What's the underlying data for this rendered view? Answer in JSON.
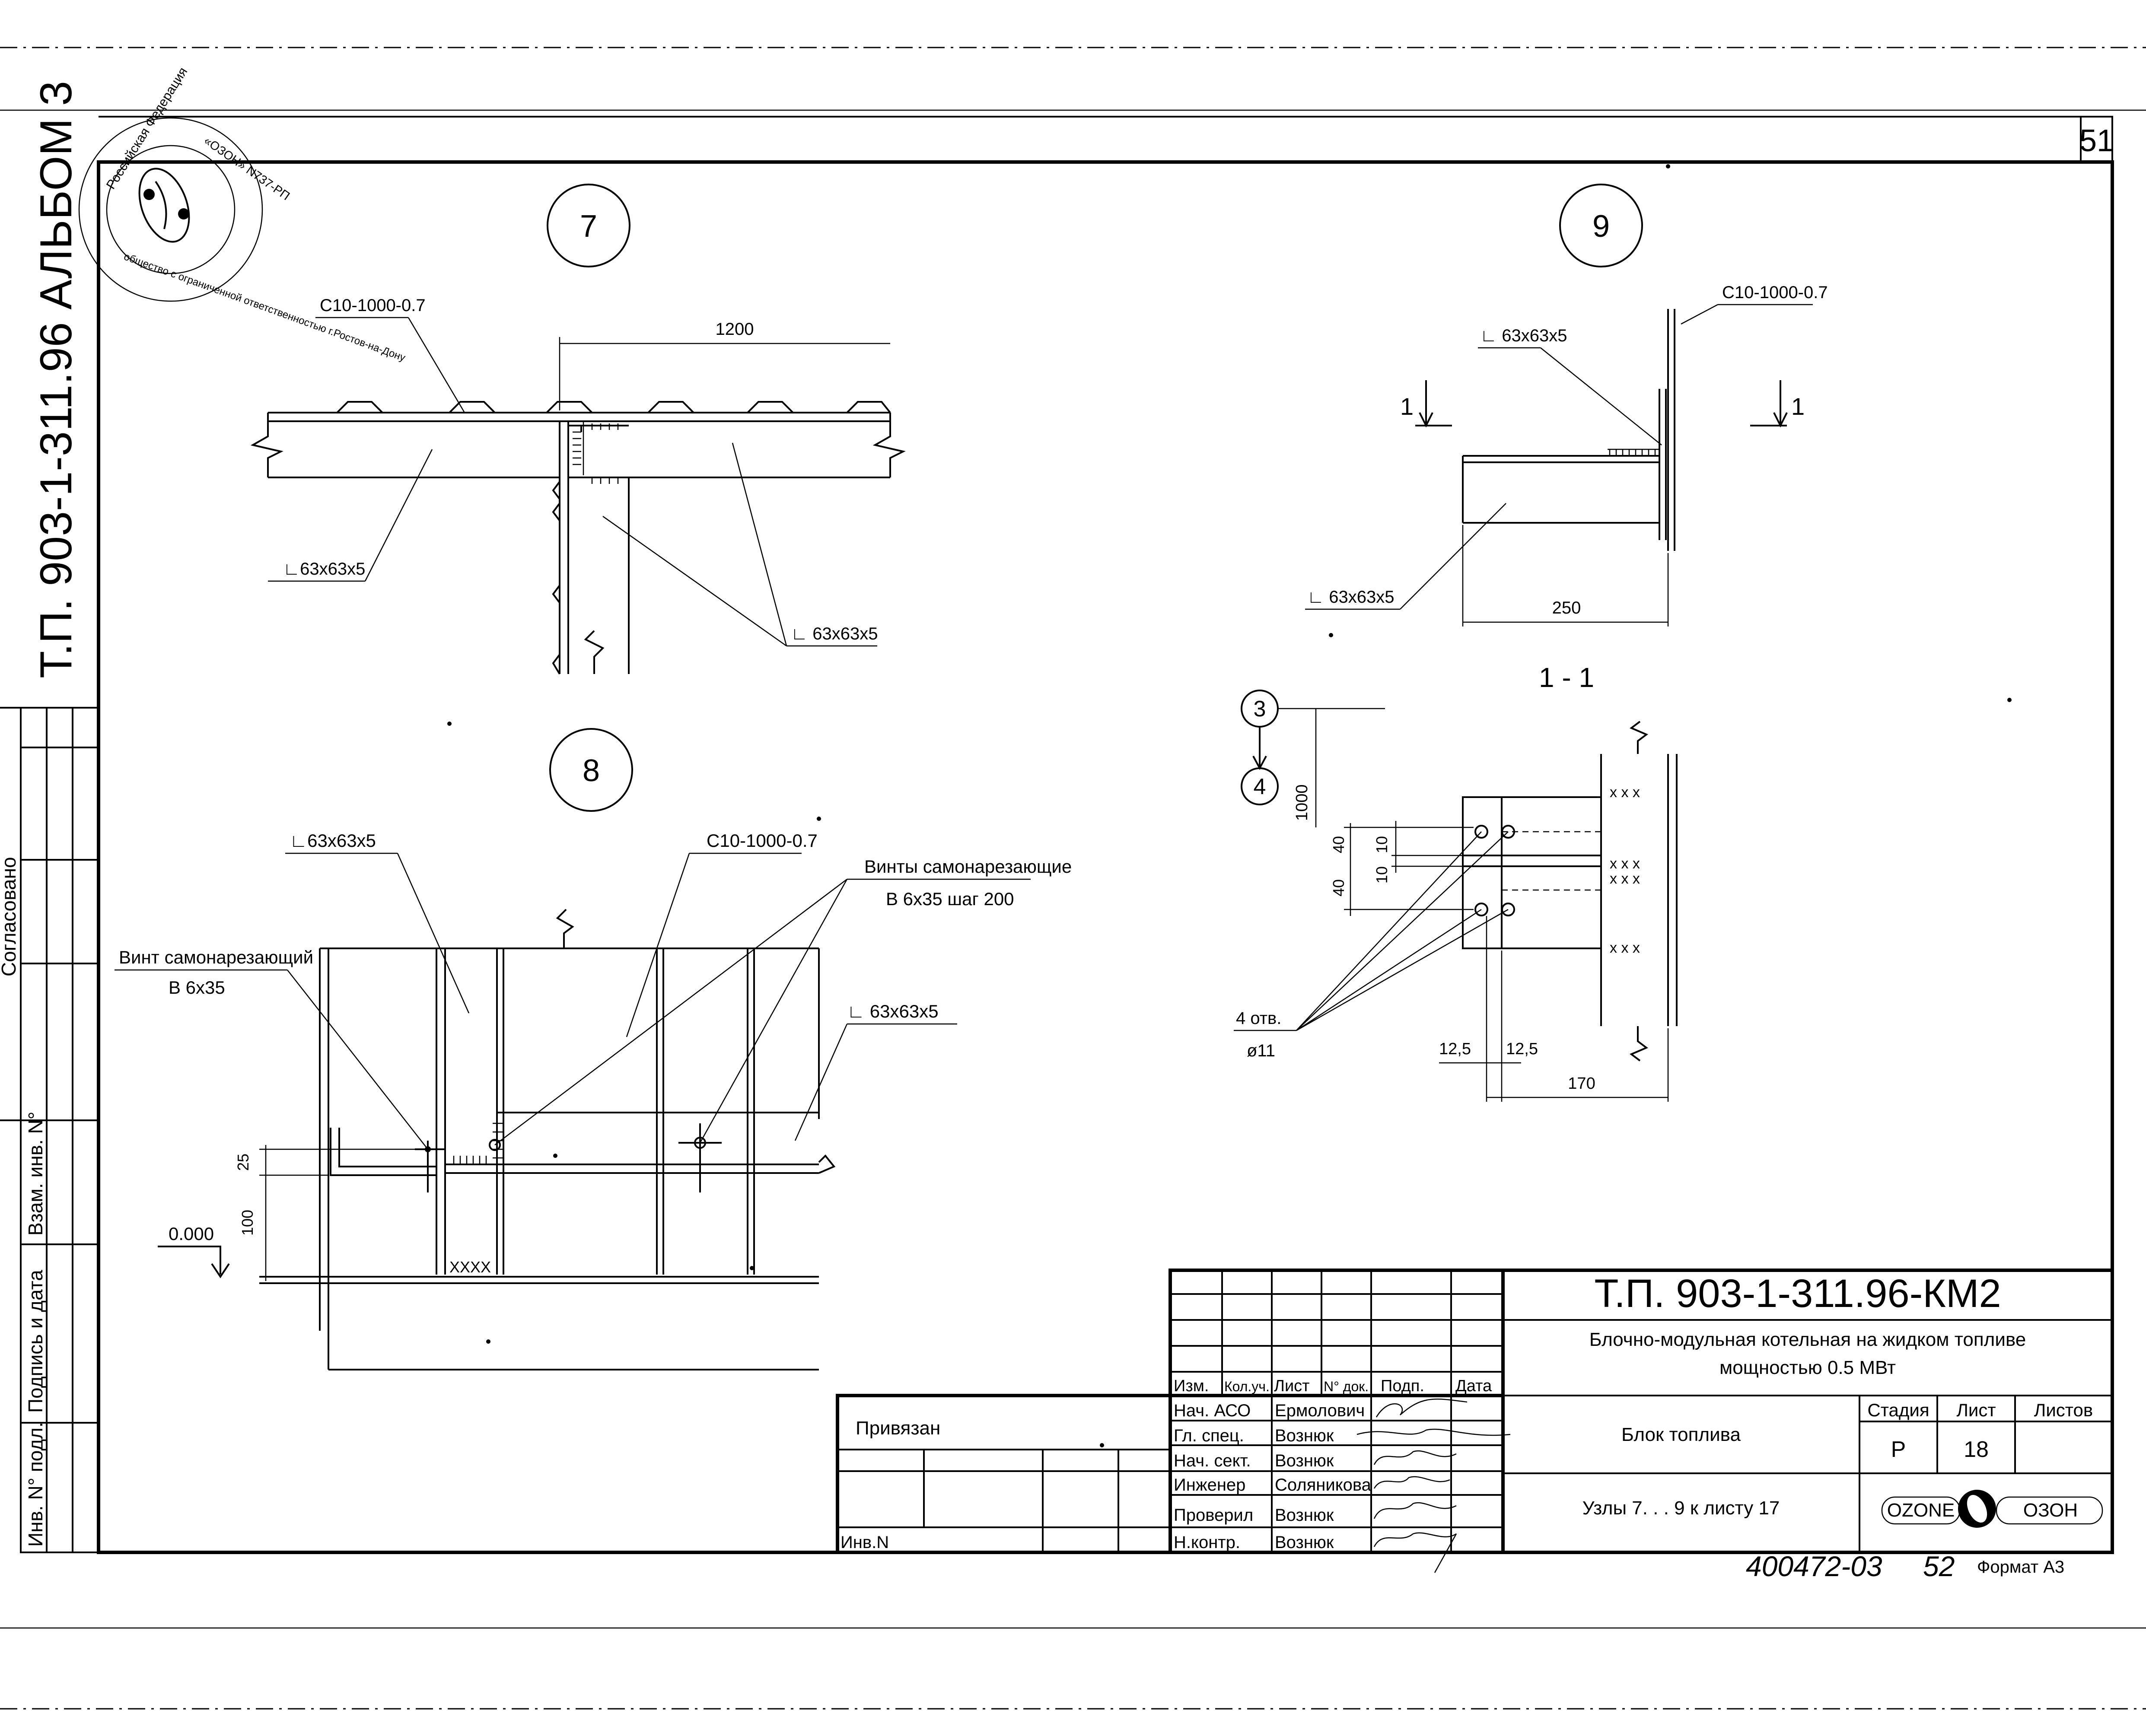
{
  "sheet_number": "51",
  "album_label": "Т.П. 903-1-311.96 АЛЬБОМ 3",
  "left_stub": {
    "agreed": "Согласовано",
    "replace_inv": "Взам. инв. N°",
    "sign_date": "Подпись и дата",
    "inv_orig": "Инв. N° подл."
  },
  "stamp": {
    "ring_top": "Российская Федерация",
    "ring_mid": "«ОЗОН» N737-РП",
    "ring_bottom": "общество с ограниченной ответственностью г.Ростов-на-Дону"
  },
  "nodes": {
    "n7": "7",
    "n8": "8",
    "n9": "9",
    "n3": "3",
    "n4": "4"
  },
  "node7": {
    "sheet_label": "С10-1000-0.7",
    "dim_1200": "1200",
    "angle_left": "∟63х63х5",
    "angle_right": "∟ 63х63х5"
  },
  "node8": {
    "angle_top": "∟63х63х5",
    "sheet_label": "С10-1000-0.7",
    "screws_title": "Винты самонарезающие",
    "screws_spec": "В 6х35 шаг 200",
    "screw_title": "Винт самонарезающий",
    "screw_spec": "В 6х35",
    "angle_right": "∟ 63х63х5",
    "dim_25": "25",
    "dim_100": "100",
    "level": "0.000"
  },
  "node9": {
    "sheet_label": "С10-1000-0.7",
    "angle_top": "∟ 63х63х5",
    "angle_bottom": "∟ 63х63х5",
    "dim_250": "250",
    "cut_left": "1",
    "cut_right": "1"
  },
  "section": {
    "title": "1 - 1",
    "dim_1000": "1000",
    "dim_40a": "40",
    "dim_10a": "10",
    "dim_10b": "10",
    "dim_40b": "40",
    "holes": "4 отв.",
    "hole_dia": "ø11",
    "dim_125a": "12,5",
    "dim_125b": "12,5",
    "dim_170": "170"
  },
  "title_block": {
    "code": "Т.П. 903-1-311.96-КМ2",
    "project_line1": "Блочно-модульная котельная   на жидком топливе",
    "project_line2": "мощностью 0.5 МВт",
    "block_name": "Блок топлива",
    "drawing_name": "Узлы 7. . . 9 к листу 17",
    "head_izm": "Изм.",
    "head_koluch": "Кол.уч.",
    "head_list": "Лист",
    "head_ndok": "N° док.",
    "head_podp": "Подп.",
    "head_data": "Дата",
    "stage_label": "Стадия",
    "sheet_label": "Лист",
    "sheets_label": "Листов",
    "stage": "Р",
    "sheet": "18",
    "sheets": "",
    "logo_left": "OZONE",
    "logo_right": "ОЗОН",
    "rows": [
      {
        "role": "Нач. АСО",
        "name": "Ермолович"
      },
      {
        "role": "Гл. спец.",
        "name": "Вознюк"
      },
      {
        "role": "Нач. сект.",
        "name": "Вознюк"
      },
      {
        "role": "Инженер",
        "name": "Соляникова"
      },
      {
        "role": "Проверил",
        "name": "Вознюк"
      },
      {
        "role": "Н.контр.",
        "name": "Вознюк"
      }
    ],
    "privyazan": "Привязан",
    "inv_n": "Инв.N"
  },
  "footer": {
    "archive_code": "400472-03",
    "archive_page": "52",
    "format": "Формат А3"
  }
}
